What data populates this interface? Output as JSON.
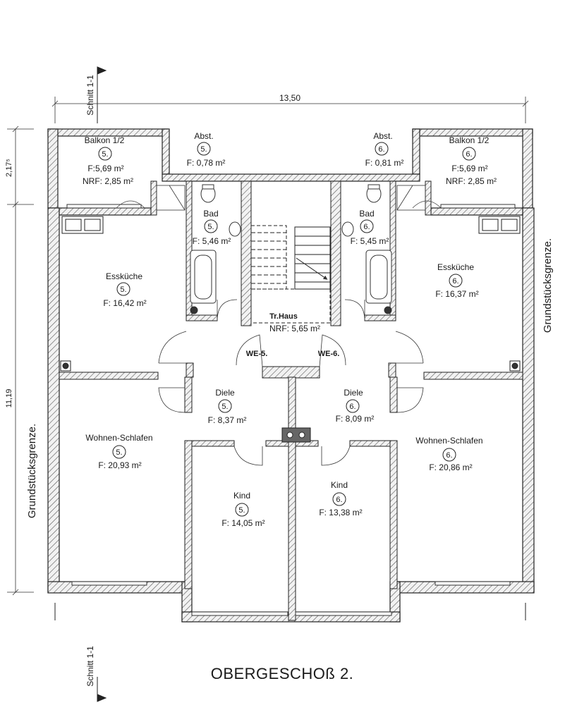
{
  "title": "OBERGESCHOß 2.",
  "section_marker": "Schnitt 1-1",
  "property_line": "Grundstücksgrenze.",
  "dimensions": {
    "width_total": "13,50",
    "depth_upper": "2,17⁵",
    "depth_main": "11,19"
  },
  "stairwell": {
    "name": "Tr.Haus",
    "area": "NRF: 5,65 m²",
    "door_left": "WE-5.",
    "door_right": "WE-6."
  },
  "units": [
    {
      "num": "5.",
      "rooms": [
        {
          "key": "balkon",
          "name": "Balkon 1/2",
          "area": "F:5,69 m²",
          "nrf": "NRF: 2,85 m²"
        },
        {
          "key": "abst",
          "name": "Abst.",
          "area": "F: 0,78 m²"
        },
        {
          "key": "bad",
          "name": "Bad",
          "area": "F: 5,46 m²"
        },
        {
          "key": "esskueche",
          "name": "Essküche",
          "area": "F: 16,42 m²"
        },
        {
          "key": "diele",
          "name": "Diele",
          "area": "F: 8,37 m²"
        },
        {
          "key": "wohnen",
          "name": "Wohnen-Schlafen",
          "area": "F: 20,93 m²"
        },
        {
          "key": "kind",
          "name": "Kind",
          "area": "F: 14,05 m²"
        }
      ]
    },
    {
      "num": "6.",
      "rooms": [
        {
          "key": "balkon",
          "name": "Balkon 1/2",
          "area": "F:5,69 m²",
          "nrf": "NRF: 2,85 m²"
        },
        {
          "key": "abst",
          "name": "Abst.",
          "area": "F: 0,81 m²"
        },
        {
          "key": "bad",
          "name": "Bad",
          "area": "F: 5,45 m²"
        },
        {
          "key": "esskueche",
          "name": "Essküche",
          "area": "F: 16,37 m²"
        },
        {
          "key": "diele",
          "name": "Diele",
          "area": "F: 8,09 m²"
        },
        {
          "key": "wohnen",
          "name": "Wohnen-Schlafen",
          "area": "F: 20,86 m²"
        },
        {
          "key": "kind",
          "name": "Kind",
          "area": "F: 13,38 m²"
        }
      ]
    }
  ]
}
